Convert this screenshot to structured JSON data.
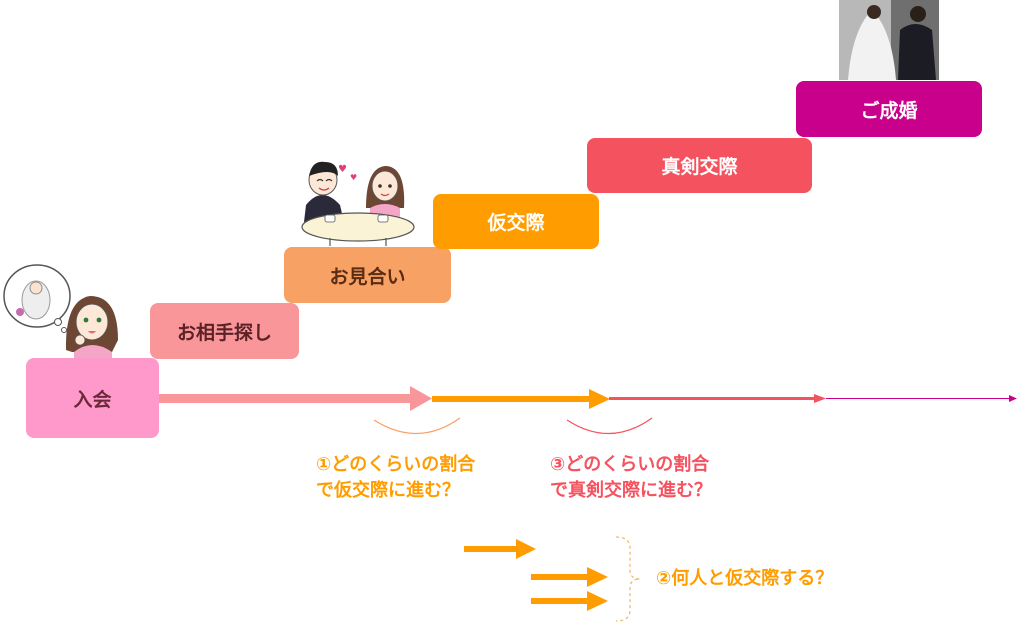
{
  "steps": {
    "join": "入会",
    "search": "お相手探し",
    "omiai": "お見合い",
    "provisional": "仮交際",
    "serious": "真剣交際",
    "marriage": "ご成婚"
  },
  "questions": {
    "q1_line1": "①どのくらいの割合",
    "q1_line2": "で仮交際に進む？",
    "q3_line1": "③どのくらいの割合",
    "q3_line2": "で真剣交際に進む？",
    "q2": "②何人と仮交際する？"
  },
  "colors": {
    "join": "#ff99cc",
    "search": "#f8969a",
    "omiai": "#f8a165",
    "provisional": "#ff9d00",
    "serious": "#f5525f",
    "marriage": "#c8008c",
    "arrow_pink": "#f8969a",
    "arrow_orange": "#ff9d00",
    "arrow_red": "#f5525f",
    "arrow_magenta": "#c8008c"
  },
  "illustrations": [
    "bride-dream-illustration",
    "omiai-couple-illustration",
    "wedding-photo"
  ]
}
